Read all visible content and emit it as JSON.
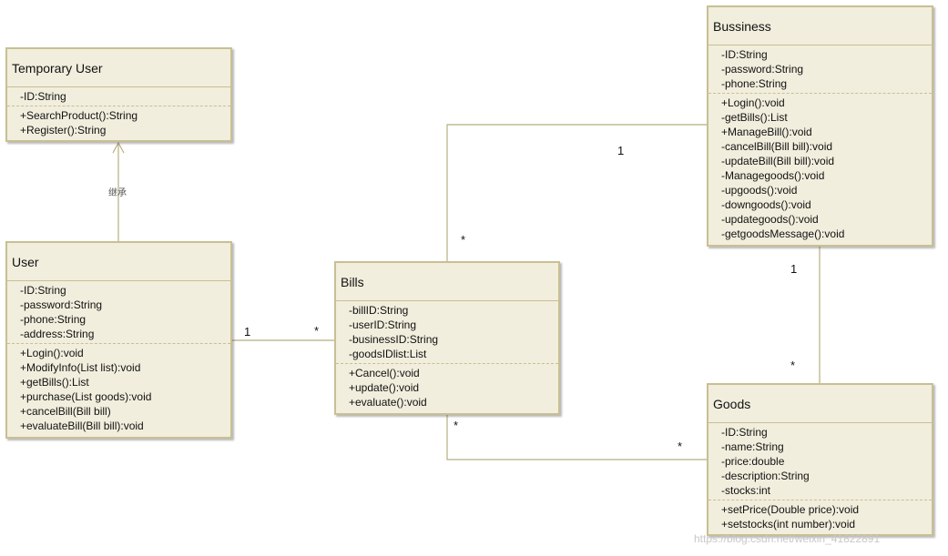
{
  "classes": {
    "temp_user": {
      "name": "Temporary User",
      "attributes": [
        "-ID:String"
      ],
      "methods": [
        "+SearchProduct():String",
        "+Register():String"
      ]
    },
    "user": {
      "name": "User",
      "attributes": [
        "-ID:String",
        "-password:String",
        "-phone:String",
        "-address:String"
      ],
      "methods": [
        "+Login():void",
        "+ModifyInfo(List list):void",
        "+getBills():List",
        "+purchase(List goods):void",
        "+cancelBill(Bill bill)",
        "+evaluateBill(Bill bill):void"
      ]
    },
    "bills": {
      "name": "Bills",
      "attributes": [
        "-billID:String",
        "-userID:String",
        "-businessID:String",
        "-goodsIDlist:List"
      ],
      "methods": [
        "+Cancel():void",
        "+update():void",
        "+evaluate():void"
      ]
    },
    "business": {
      "name": "Bussiness",
      "attributes": [
        "-ID:String",
        "-password:String",
        "-phone:String"
      ],
      "methods": [
        "+Login():void",
        "-getBills():List",
        "+ManageBill():void",
        "-cancelBill(Bill bill):void",
        "-updateBill(Bill bill):void",
        "-Managegoods():void",
        "-upgoods():void",
        "-downgoods():void",
        "-updategoods():void",
        "-getgoodsMessage():void"
      ]
    },
    "goods": {
      "name": "Goods",
      "attributes": [
        "-ID:String",
        "-name:String",
        "-price:double",
        "-description:String",
        "-stocks:int"
      ],
      "methods": [
        "+setPrice(Double price):void",
        "+setstocks(int number):void"
      ]
    }
  },
  "relations": {
    "inherit_label": "继承",
    "user_bills": {
      "from": "1",
      "to": "*"
    },
    "business_bills": {
      "from": "1",
      "to": "*"
    },
    "business_goods": {
      "from": "1",
      "to": "*"
    },
    "bills_goods": {
      "from": "*",
      "to": "*"
    }
  },
  "watermark": "https://blog.csdn.net/weixin_41822891",
  "colors": {
    "fill": "#f1eedd",
    "border": "#c9bf93",
    "line": "#b8ad80"
  }
}
